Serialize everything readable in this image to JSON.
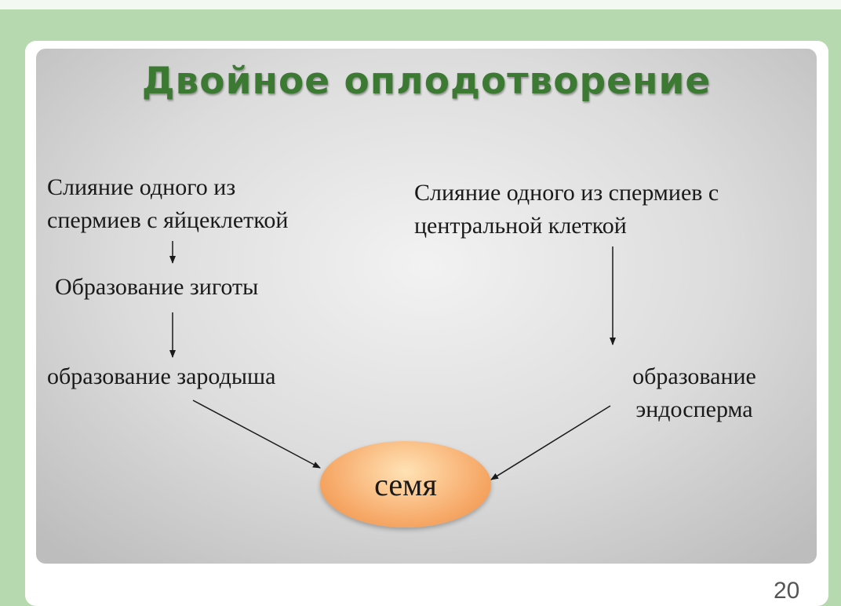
{
  "title": "Двойное оплодотворение",
  "left_column": {
    "step1": "Слияние одного из\nспермиев с яйцеклеткой",
    "step2": "Образование зиготы",
    "step3": "образование зародыша"
  },
  "right_column": {
    "step1": "Слияние одного из спермиев с\nцентральной клеткой",
    "step2": "образование\nэндосперма"
  },
  "result": "семя",
  "page_number": "20",
  "colors": {
    "title_green": "#3c7a34",
    "seed_orange": "#f8b173",
    "background_green": "#b7d9b0"
  }
}
